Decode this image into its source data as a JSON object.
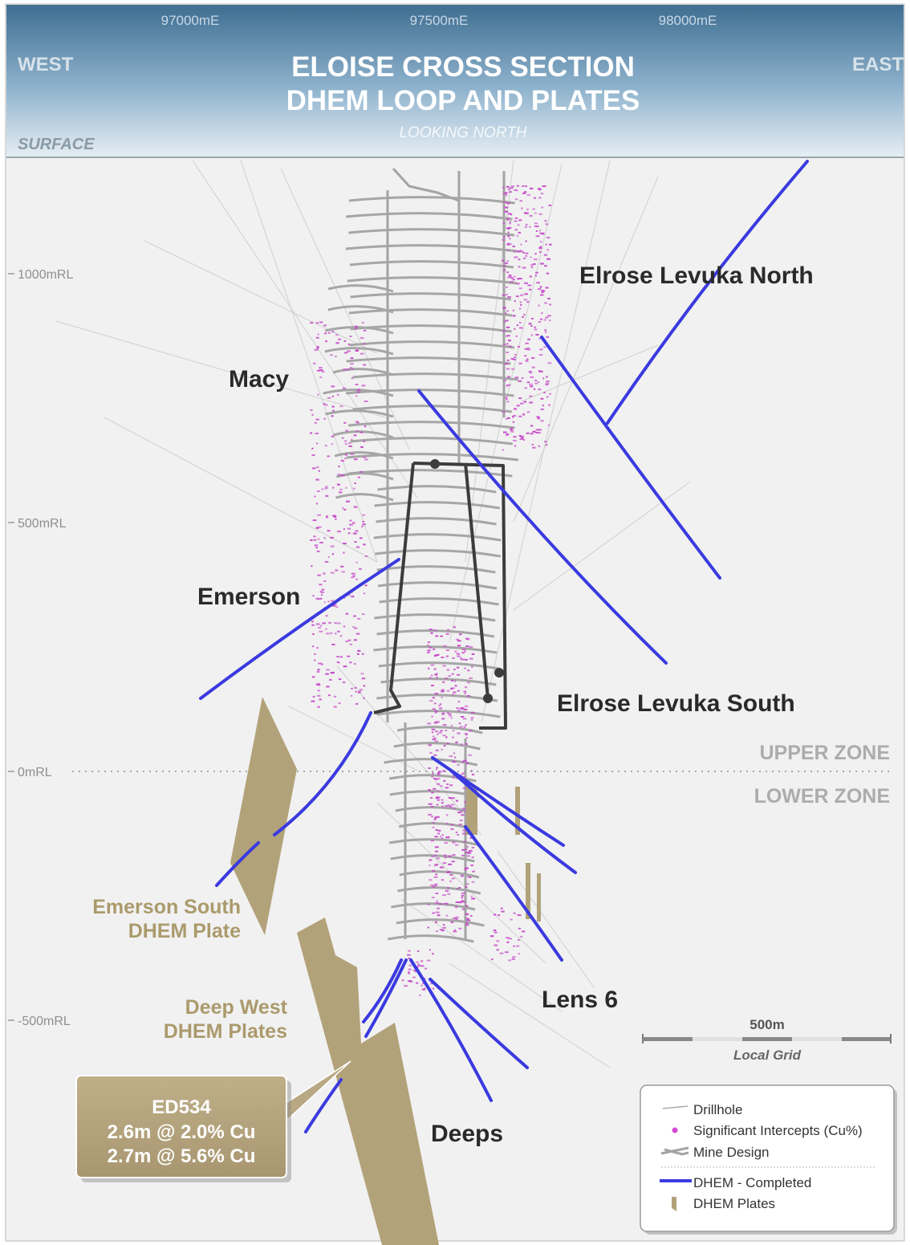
{
  "header": {
    "title_line1": "ELOISE CROSS SECTION",
    "title_line2": "DHEM LOOP AND PLATES",
    "subtitle": "LOOKING NORTH",
    "west": "WEST",
    "east": "EAST",
    "surface": "SURFACE",
    "eastings": [
      "97000mE",
      "97500mE",
      "98000mE"
    ]
  },
  "rl_labels": [
    "1000mRL",
    "500mRL",
    "0mRL",
    "-500mRL"
  ],
  "zones": {
    "upper": "UPPER ZONE",
    "lower": "LOWER ZONE"
  },
  "lodes": {
    "elrose_north": "Elrose Levuka North",
    "macy": "Macy",
    "emerson": "Emerson",
    "elrose_south": "Elrose Levuka South",
    "lens6": "Lens 6",
    "deeps": "Deeps"
  },
  "plates": {
    "emerson_south_1": "Emerson South",
    "emerson_south_2": "DHEM Plate",
    "deep_west_1": "Deep West",
    "deep_west_2": "DHEM Plates"
  },
  "callout": {
    "hole": "ED534",
    "line1": "2.6m @ 2.0% Cu",
    "line2": "2.7m @ 5.6% Cu"
  },
  "scale": {
    "label": "500m",
    "grid": "Local Grid"
  },
  "legend": {
    "items": [
      {
        "label": "Drillhole"
      },
      {
        "label": "Significant Intercepts (Cu%)"
      },
      {
        "label": "Mine Design"
      },
      {
        "label": "DHEM - Completed"
      },
      {
        "label": "DHEM Plates"
      }
    ]
  },
  "colors": {
    "dhem": "#3a3ae0",
    "plate": "#b2a27a",
    "intercept": "#c548c8",
    "mine": "#9a9a9a",
    "loop": "#3c3c3c"
  }
}
